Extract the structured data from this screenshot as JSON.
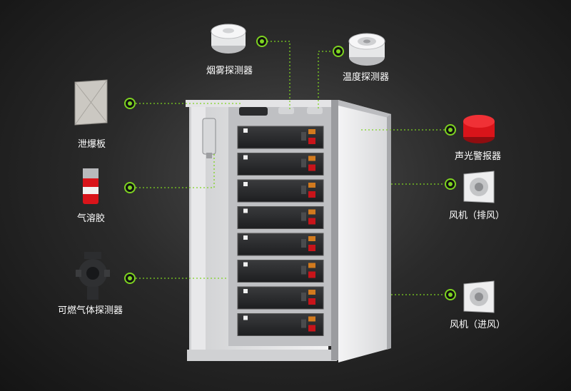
{
  "components": {
    "smoke_detector": "烟雾探测器",
    "temperature_detector": "温度探测器",
    "relief_panel": "泄爆板",
    "aerosol": "气溶胶",
    "combustible_gas_detector": "可燃气体探测器",
    "sound_light_alarm": "声光警报器",
    "exhaust_fan": "风机（排风）",
    "intake_fan": "风机（进风）"
  },
  "colors": {
    "accent_green": "#7ed321",
    "alarm_red": "#d9141a"
  }
}
